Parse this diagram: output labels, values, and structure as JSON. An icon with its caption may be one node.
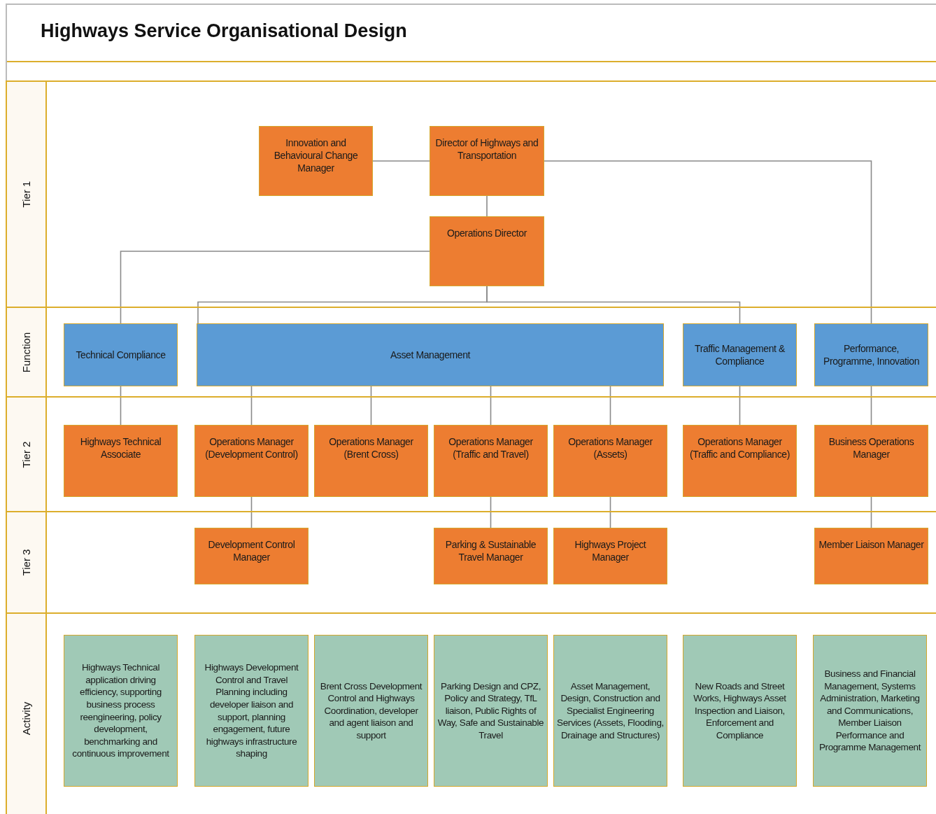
{
  "diagram": {
    "title": "Highways Service Organisational Design",
    "nodes": [
      {
        "text": [
          "Tier 1"
        ]
      },
      {
        "text": [
          "Innovation and Behavioural Change Manager"
        ],
        "in": 0
      },
      {
        "text": [
          "Director of Highways and Transportation"
        ],
        "in": 0
      },
      {
        "text": [
          "Operations Director"
        ],
        "in": 0
      },
      {
        "text": [
          "Function"
        ]
      },
      {
        "text": [
          "Technical Compliance"
        ],
        "in": 4
      },
      {
        "text": [
          "Asset Management"
        ],
        "in": 4
      },
      {
        "text": [
          "Traffic Management & Compliance"
        ],
        "in": 4
      },
      {
        "text": [
          "Performance, Programme, Innovation"
        ],
        "in": 4
      },
      {
        "text": [
          "Tier 2"
        ]
      },
      {
        "text": [
          "Highways Technical Associate"
        ],
        "in": 9
      },
      {
        "text": [
          "Operations Manager (Development Control)"
        ],
        "in": 9
      },
      {
        "text": [
          "Operations Manager (Brent Cross)"
        ],
        "in": 9
      },
      {
        "text": [
          "Operations Manager (Traffic and Travel)"
        ],
        "in": 9
      },
      {
        "text": [
          "Operations Manager (Assets)"
        ],
        "in": 9
      },
      {
        "text": [
          "Operations Manager (Traffic and Compliance)"
        ],
        "in": 9
      },
      {
        "text": [
          "Business Operations Manager"
        ],
        "in": 9
      },
      {
        "text": [
          "Tier 3"
        ]
      },
      {
        "text": [
          "Development Control Manager"
        ],
        "in": 17
      },
      {
        "text": [
          "Parking & Sustainable Travel Manager"
        ],
        "in": 17
      },
      {
        "text": [
          "Highways Project Manager"
        ],
        "in": 17
      },
      {
        "text": [
          "Member Liaison Manager"
        ],
        "in": 17
      },
      {
        "text": [
          "Activity"
        ]
      },
      {
        "text": [
          "Highways Technical application driving efficiency, supporting business process reengineering, policy development, benchmarking and continuous improvement"
        ],
        "in": 22
      },
      {
        "text": [
          "Highways Development Control and Travel Planning including developer liaison and support, planning engagement, future highways infrastructure shaping"
        ],
        "in": 22
      },
      {
        "text": [
          "Brent Cross Development Control and Highways Coordination, developer and agent liaison and support"
        ],
        "in": 22
      },
      {
        "text": [
          "Parking Design and CPZ, Policy and Strategy, TfL liaison, Public Rights of Way, Safe and Sustainable Travel"
        ],
        "in": 22
      },
      {
        "text": [
          "Asset Management, Design, Construction and Specialist Engineering Services (Assets, Flooding, Drainage and Structures)"
        ],
        "in": 22
      },
      {
        "text": [
          "New Roads and Street Works, Highways Asset Inspection and Liaison, Enforcement and Compliance"
        ],
        "in": 22
      },
      {
        "text": [
          "Business and Financial Management, Systems Administration, Marketing and Communications, Member Liaison Performance and Programme Management"
        ],
        "in": 22
      }
    ],
    "edges": [
      {
        "from": 1,
        "to": 2,
        "arrow": "none"
      },
      {
        "from": 2,
        "to": 3,
        "arrow": "none"
      },
      {
        "from": 2,
        "to": 8,
        "arrow": "none"
      },
      {
        "from": 3,
        "to": 5,
        "arrow": "none"
      },
      {
        "from": 3,
        "to": 6,
        "arrow": "none"
      },
      {
        "from": 3,
        "to": 7,
        "arrow": "none"
      },
      {
        "from": 5,
        "to": 10,
        "arrow": "none"
      },
      {
        "from": 6,
        "to": 11,
        "arrow": "none"
      },
      {
        "from": 6,
        "to": 12,
        "arrow": "none"
      },
      {
        "from": 6,
        "to": 13,
        "arrow": "none"
      },
      {
        "from": 6,
        "to": 14,
        "arrow": "none"
      },
      {
        "from": 7,
        "to": 15,
        "arrow": "none"
      },
      {
        "from": 8,
        "to": 16,
        "arrow": "none"
      },
      {
        "from": 11,
        "to": 18,
        "arrow": "none"
      },
      {
        "from": 13,
        "to": 19,
        "arrow": "none"
      },
      {
        "from": 14,
        "to": 20,
        "arrow": "none"
      },
      {
        "from": 16,
        "to": 21,
        "arrow": "none"
      }
    ]
  }
}
